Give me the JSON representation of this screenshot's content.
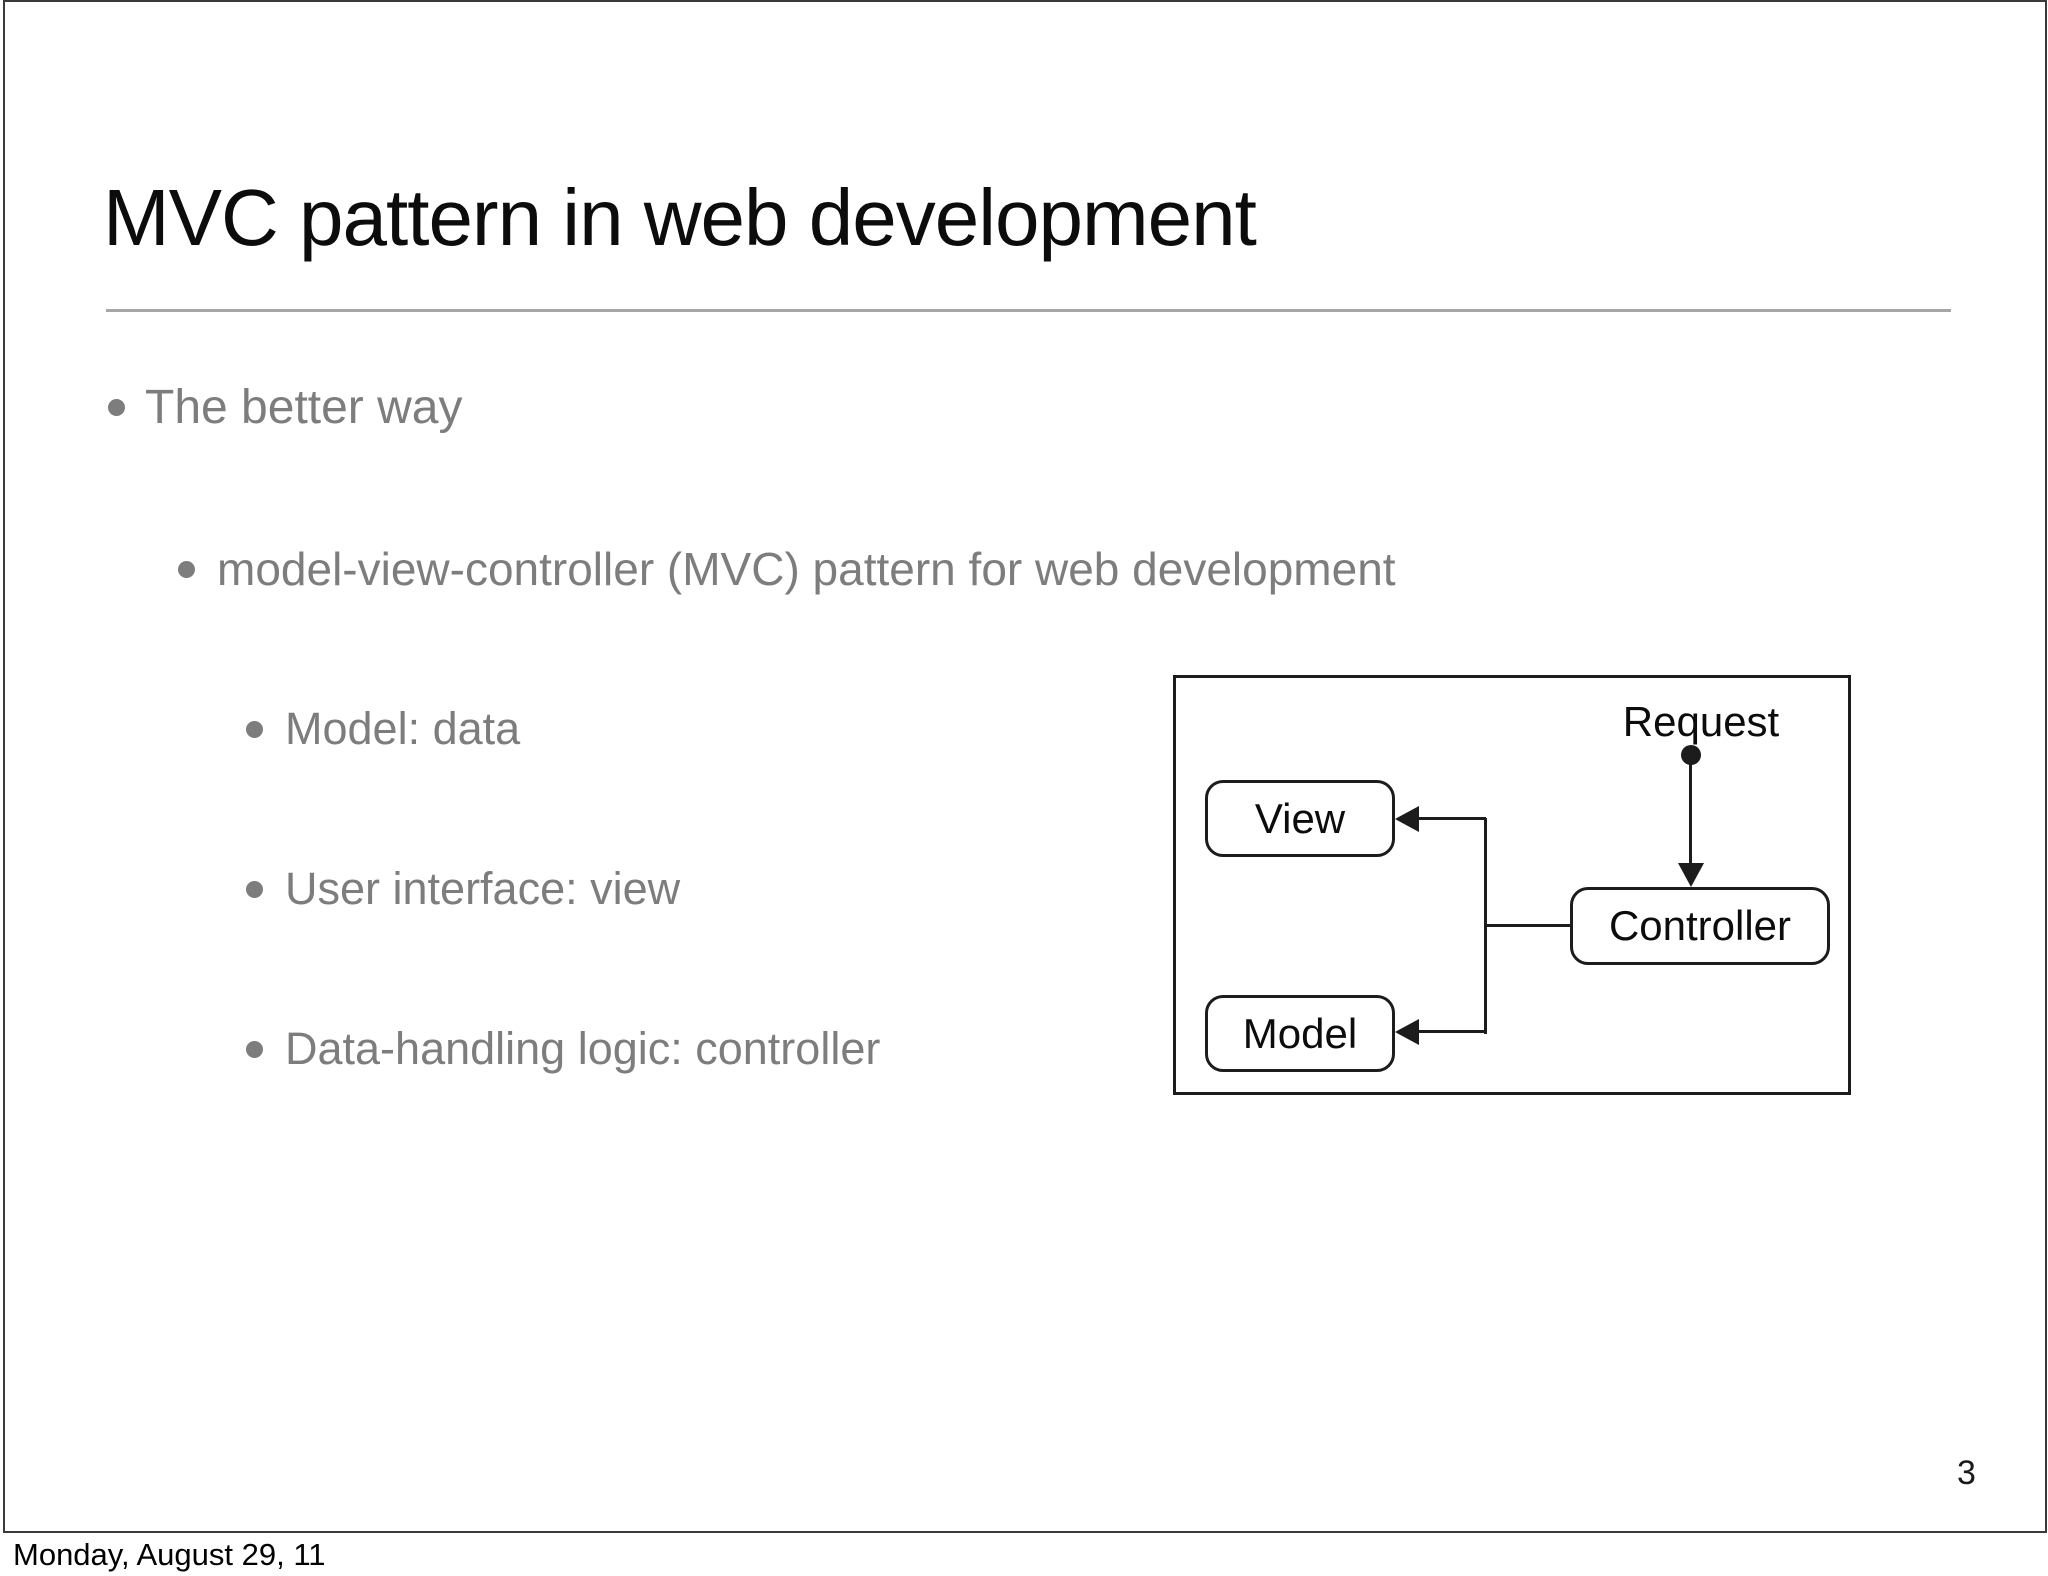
{
  "slide": {
    "title": "MVC pattern in web development",
    "page_number": "3",
    "footer_date": "Monday, August 29, 11",
    "bullets": {
      "level1": "The better way",
      "level2": "model-view-controller (MVC) pattern for web development",
      "level3": [
        "Model: data",
        "User interface: view",
        "Data-handling logic: controller"
      ]
    }
  },
  "diagram": {
    "request_label": "Request",
    "boxes": {
      "view": "View",
      "model": "Model",
      "controller": "Controller"
    }
  },
  "colors": {
    "bullet_text_gray": "#7d7d7d",
    "title_black": "#0c0c0c",
    "rule_gray": "#a6a6a6",
    "diagram_stroke": "#1c1c1c",
    "frame_border": "#3a3a3a"
  }
}
